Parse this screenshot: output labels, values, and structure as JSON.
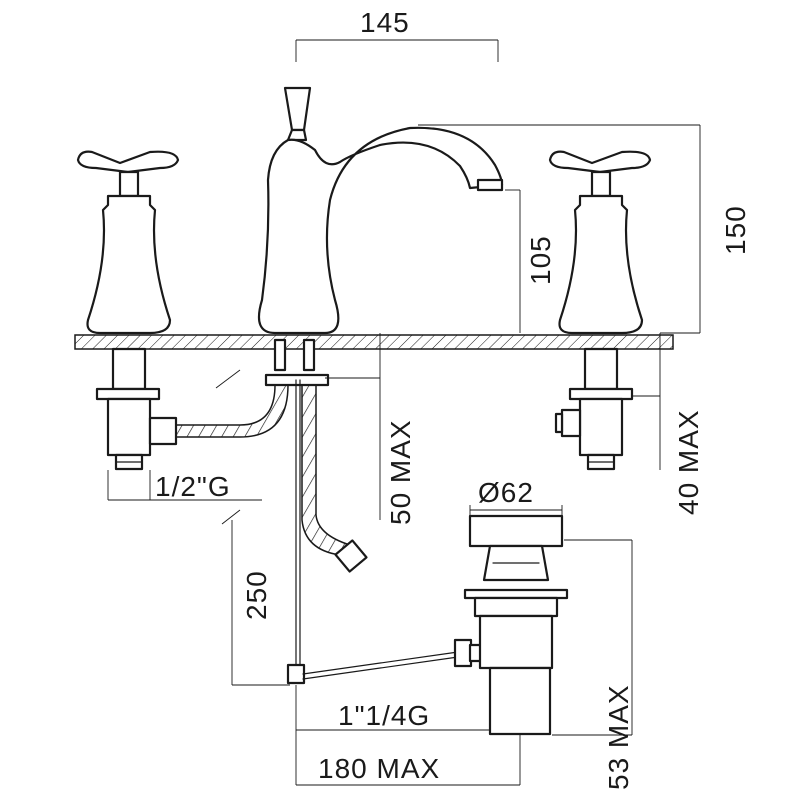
{
  "dimensions": {
    "spout_reach": "145",
    "total_height": "150",
    "spout_height": "105",
    "deck_thickness_left": "50 MAX",
    "deck_thickness_right": "40 MAX",
    "inlet_thread": "1/2\"G",
    "pull_rod_length": "250",
    "waste_diameter": "Ø62",
    "waste_thread": "1\"1/4G",
    "waste_length": "53 MAX",
    "waste_reach": "180 MAX"
  },
  "colors": {
    "line": "#1a1a1a",
    "background": "#ffffff"
  }
}
